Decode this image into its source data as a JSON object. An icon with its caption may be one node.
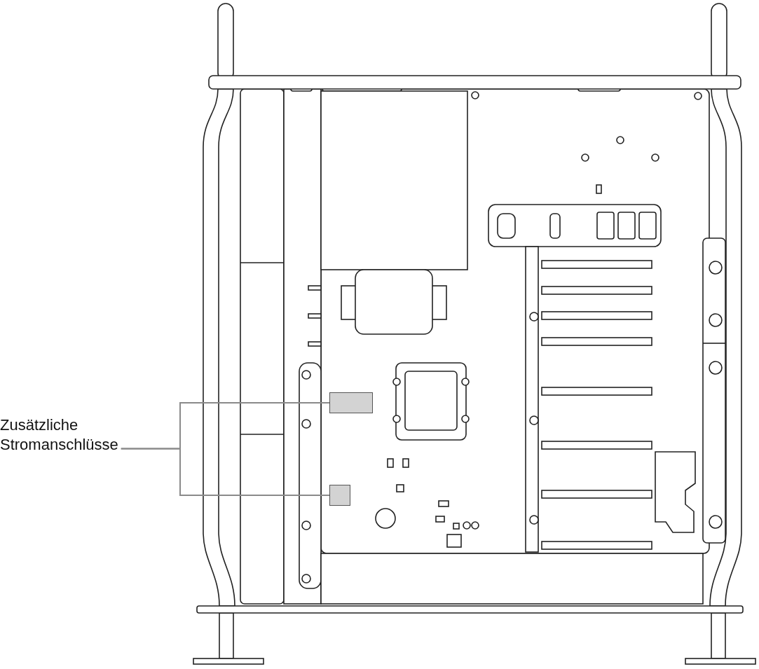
{
  "diagram": {
    "nodes": [
      {
        "text": [
          "Zusätzliche Stromanschlüsse"
        ]
      },
      {
        "text": [],
        "shape": "box"
      },
      {
        "text": [],
        "shape": "box"
      }
    ],
    "edges": [
      {
        "from": 0,
        "to": 1,
        "arrow": "none"
      },
      {
        "from": 0,
        "to": 2,
        "arrow": "none"
      }
    ]
  }
}
